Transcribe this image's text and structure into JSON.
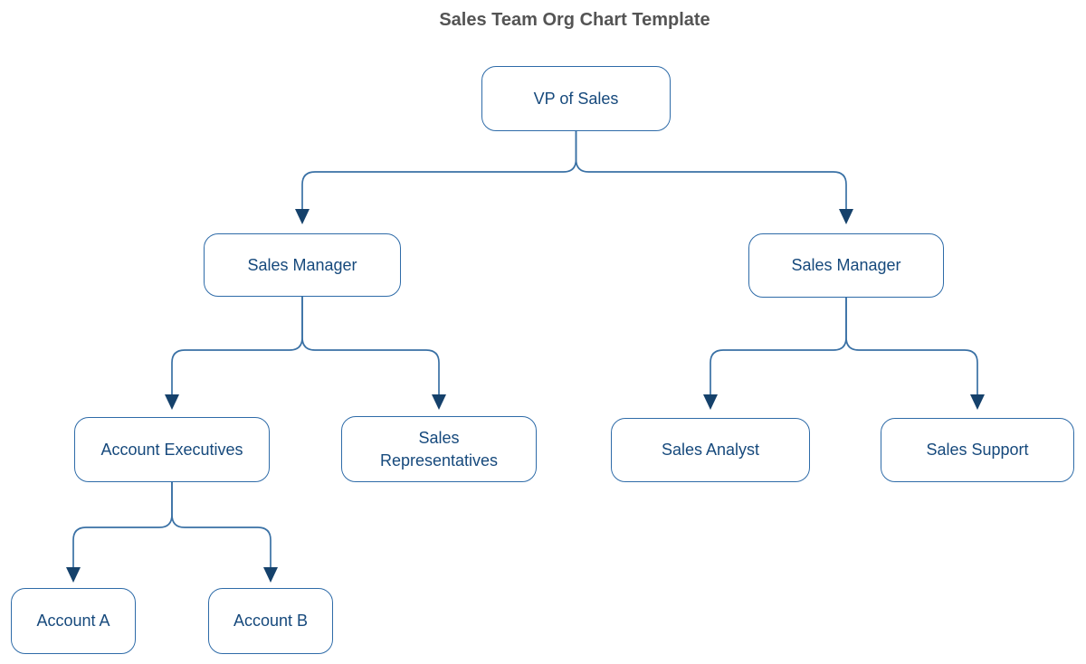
{
  "title": "Sales Team Org Chart Template",
  "nodes": {
    "vp": {
      "label": "VP of Sales"
    },
    "sm_left": {
      "label": "Sales Manager"
    },
    "sm_right": {
      "label": "Sales Manager"
    },
    "ae": {
      "label": "Account Executives"
    },
    "sr": {
      "label": "Sales\nRepresentatives"
    },
    "sa": {
      "label": "Sales Analyst"
    },
    "ss": {
      "label": "Sales Support"
    },
    "aa": {
      "label": "Account A"
    },
    "ab": {
      "label": "Account B"
    }
  },
  "edges": [
    {
      "from": "vp",
      "to": "sm_left"
    },
    {
      "from": "vp",
      "to": "sm_right"
    },
    {
      "from": "sm_left",
      "to": "ae"
    },
    {
      "from": "sm_left",
      "to": "sr"
    },
    {
      "from": "sm_right",
      "to": "sa"
    },
    {
      "from": "sm_right",
      "to": "ss"
    },
    {
      "from": "ae",
      "to": "aa"
    },
    {
      "from": "ae",
      "to": "ab"
    }
  ],
  "colors": {
    "canvas_bg": "#ffffff",
    "title_text": "#545454",
    "node_border": "#2e6ba8",
    "node_fill": "#ffffff",
    "node_text": "#16497c",
    "connector_line": "#3a71a5",
    "arrowhead": "#15416b"
  }
}
